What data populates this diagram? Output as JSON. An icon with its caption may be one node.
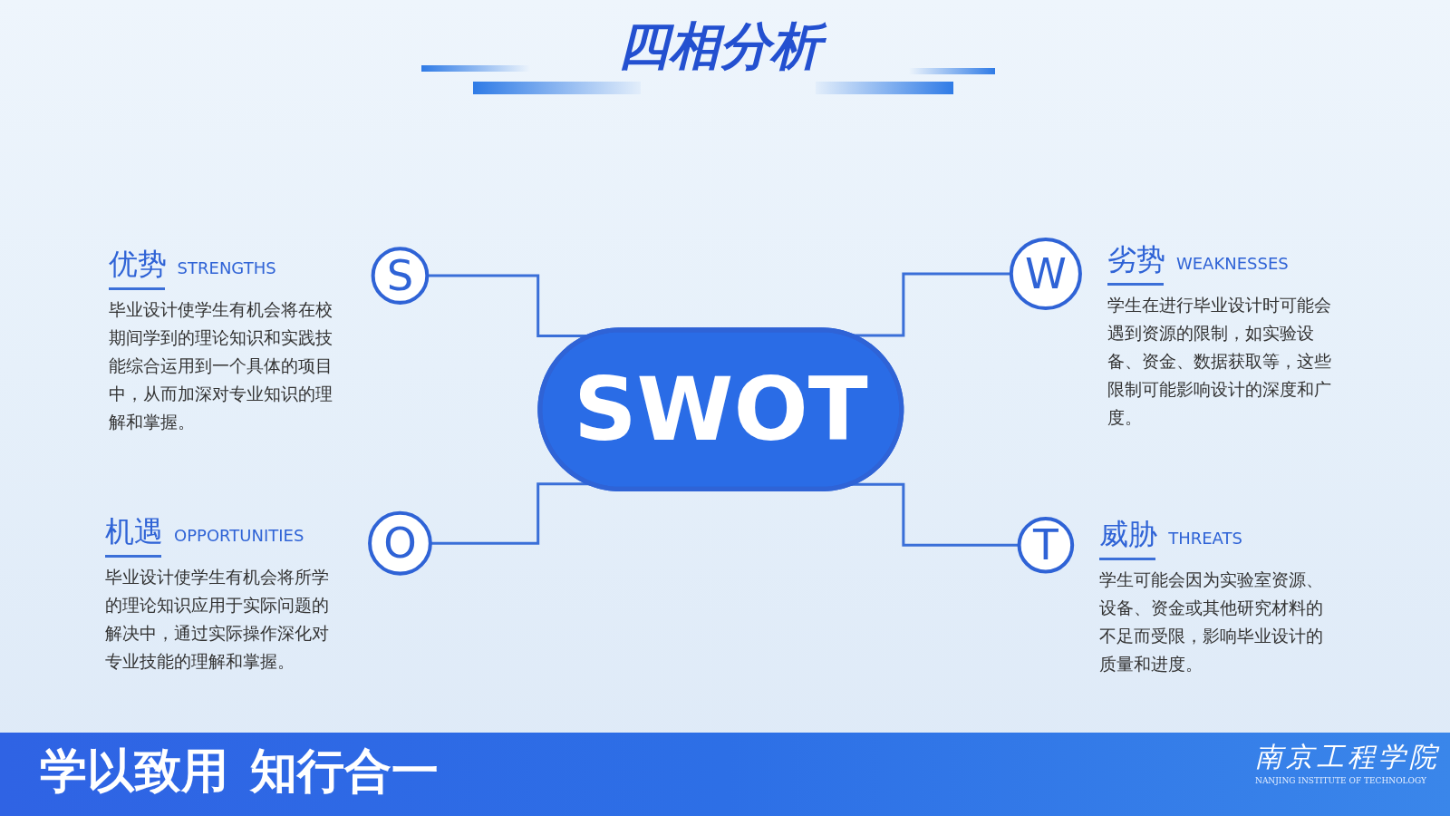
{
  "diagram": {
    "title": "四相分析",
    "nodes": [
      {
        "text": [
          "S"
        ],
        "beside": [
          "优势",
          "STRENGTHS",
          "毕业设计使学生有机会将在校期间学到的理论知识和实践技能综合运用到一个具体的项目中，从而加深对专业知识的理解和掌握。"
        ]
      },
      {
        "text": [
          "W"
        ],
        "beside": [
          "劣势",
          "WEAKNESSES",
          "学生在进行毕业设计时可能会遇到资源的限制，如实验设备、资金、数据获取等，这些限制可能影响设计的深度和广度。"
        ]
      },
      {
        "text": [
          "SWOT"
        ]
      },
      {
        "text": [
          "O"
        ],
        "beside": [
          "机遇",
          "OPPORTUNITIES",
          "毕业设计使学生有机会将所学的理论知识应用于实际问题的解决中，通过实际操作深化对专业技能的理解和掌握。"
        ]
      },
      {
        "text": [
          "T"
        ],
        "beside": [
          "威胁",
          "THREATS",
          "学生可能会因为实验室资源、设备、资金或其他研究材料的不足而受限，影响毕业设计的质量和进度。"
        ]
      }
    ],
    "edges": [
      {
        "from": 0,
        "to": 2,
        "arrow": "none"
      },
      {
        "from": 2,
        "to": 1,
        "arrow": "none"
      },
      {
        "from": 3,
        "to": 2,
        "arrow": "none"
      },
      {
        "from": 2,
        "to": 4,
        "arrow": "none"
      }
    ],
    "labels": [
      "学以致用",
      "知行合一",
      "南京工程学院",
      "NANJING INSTITUTE OF TECHNOLOGY"
    ]
  }
}
